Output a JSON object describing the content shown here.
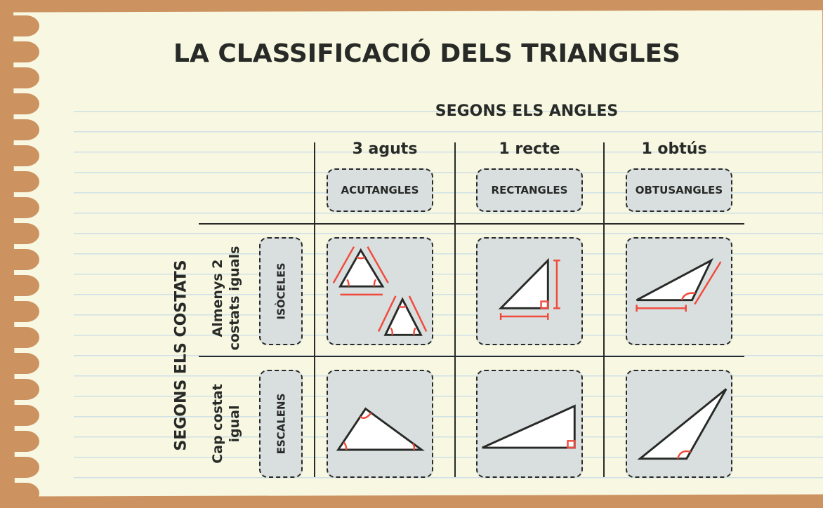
{
  "title": "LA CLASSIFICACIÓ DELS TRIANGLES",
  "angles_header": "SEGONS ELS ANGLES",
  "sides_header": "SEGONS ELS COSTATS",
  "columns": [
    {
      "heading": "3 aguts",
      "name": "ACUTANGLES"
    },
    {
      "heading": "1 recte",
      "name": "RECTANGLES"
    },
    {
      "heading": "1 obtús",
      "name": "OBTUSANGLES"
    }
  ],
  "rows": [
    {
      "line1": "Almenys 2",
      "line2": "costats iguals",
      "name": "ISÒCELES"
    },
    {
      "line1": "Cap costat",
      "line2": "igual",
      "name": "ESCALENS"
    }
  ],
  "colors": {
    "background": "#CC9260",
    "paper": "#F8F8E2",
    "card": "#D9DEDE",
    "ink": "#272A27",
    "marks": "#F04A3C"
  }
}
